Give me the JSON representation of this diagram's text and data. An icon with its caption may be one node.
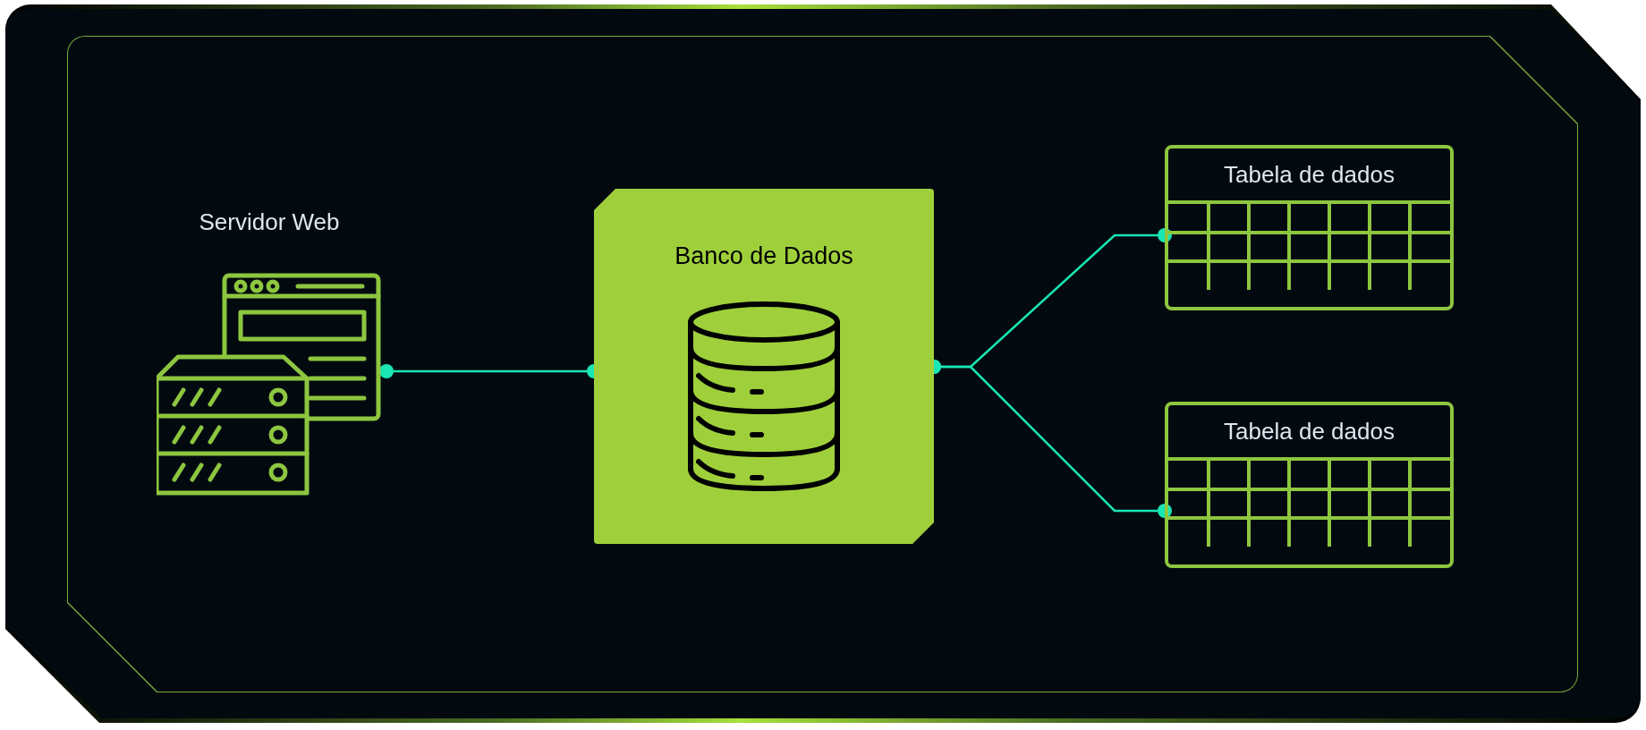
{
  "diagram": {
    "nodes": [
      {
        "text": [
          "Servidor Web"
        ]
      },
      {
        "text": [
          "Banco de Dados"
        ]
      },
      {
        "text": [
          "Tabela de dados"
        ]
      },
      {
        "text": [
          "Tabela de dados"
        ]
      }
    ],
    "edges": [
      {
        "from": 0,
        "to": 1,
        "arrow": "other"
      },
      {
        "from": 1,
        "to": 2,
        "arrow": "other"
      },
      {
        "from": 1,
        "to": 3,
        "arrow": "other"
      }
    ]
  }
}
